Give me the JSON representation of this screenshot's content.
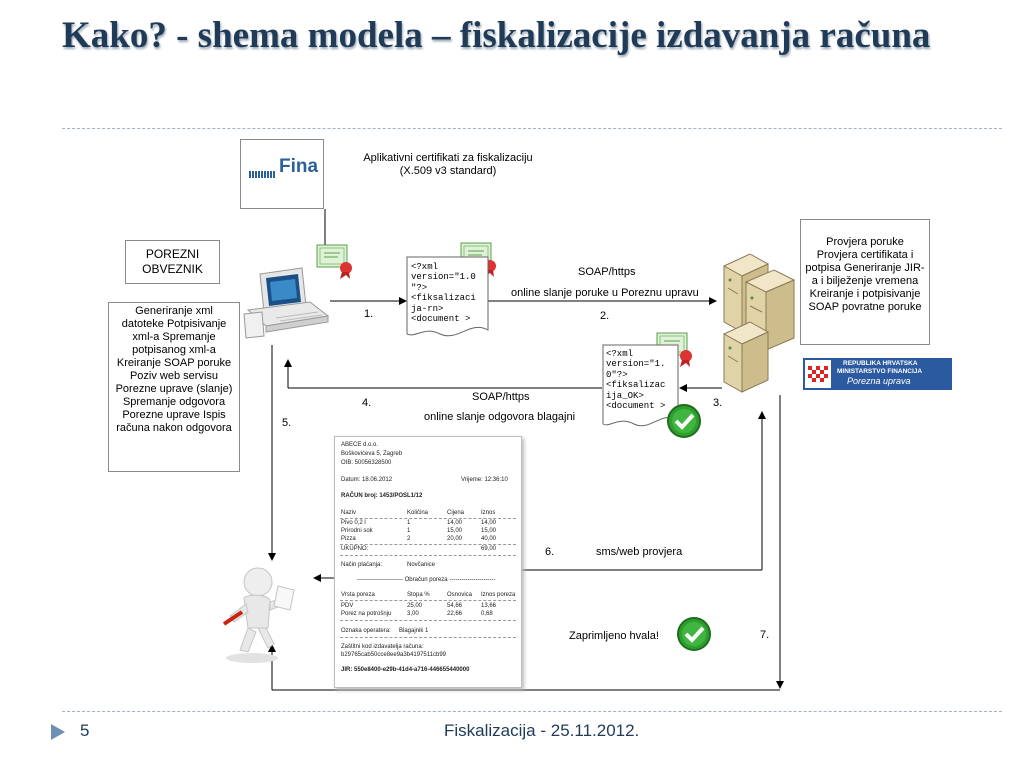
{
  "title": "Kako? - shema modela – fiskalizacije izdavanja računa",
  "fina_caption": "Aplikativni certifikati za fiskalizaciju (X.509 v3 standard)",
  "fina_logo": "Fina",
  "porezni_obveznik": "POREZNI OBVEZNIK",
  "client_steps": "Generiranje xml datoteke Potpisivanje xml-a Spremanje potpisanog xml-a Kreiranje SOAP poruke Poziv web servisu Porezne uprave (slanje) Spremanje odgovora Porezne uprave Ispis računa nakon odgovora",
  "server_steps": "Provjera poruke Provjera certifikata i potpisa Generiranje JIR-a i bilježenje vremena Kreiranje i potpisivanje SOAP povratne poruke",
  "porezna_logo": {
    "line1": "REPUBLIKA HRVATSKA",
    "line2": "MINISTARSTVO FINANCIJA",
    "line3": "Porezna uprava"
  },
  "doc_request": "<?xml\nversion=\"1.0\n\"?>\n<fiksalizaci\nja-rn>\n<document >",
  "doc_response": "<?xml\nversion=\"1.\n0\"?>\n<fiksalizac\nija_OK>\n<document >",
  "labels": {
    "soap1": "SOAP/https",
    "online1": "online slanje poruke u Poreznu upravu",
    "soap2": "SOAP/https",
    "online2": "online slanje odgovora blagajni",
    "s1": "1.",
    "s2": "2.",
    "s3": "3.",
    "s4": "4.",
    "s5": "5.",
    "s6": "6.",
    "s7": "7.",
    "sms": "sms/web provjera",
    "zaprimljeno": "Zaprimljeno hvala!"
  },
  "receipt": {
    "company": "ABECE d.o.o.",
    "address": "Boškovićeva 5, Zagreb",
    "oib": "OIB: 50056328500",
    "datum": "Datum: 18.06.2012",
    "vrijeme": "Vrijeme: 12:36:10",
    "racun": "RAČUN broj: 1453/POSL1/12",
    "headers": [
      "Naziv",
      "Količina",
      "Cijena",
      "Iznos"
    ],
    "rows": [
      [
        "Pivo 0,2 l",
        "1",
        "14,00",
        "14,00"
      ],
      [
        "Prirodni sok",
        "1",
        "15,00",
        "15,00"
      ],
      [
        "Pizza",
        "2",
        "20,00",
        "40,00"
      ]
    ],
    "ukupno_label": "UKUPNO:",
    "ukupno": "69,00",
    "placanje_label": "Način plaćanja:",
    "placanje": "Novčanice",
    "obracun": "----------------------- Obračun poreza -----------------------",
    "tax_headers": [
      "Vrsta poreza",
      "Stopa %",
      "Osnovica",
      "Iznos poreza"
    ],
    "tax_rows": [
      [
        "PDV",
        "25,00",
        "54,66",
        "13,66"
      ],
      [
        "Porez na potrošnju",
        "3,00",
        "22,66",
        "0,68"
      ]
    ],
    "operater_label": "Oznaka operatera:",
    "operater": "Blagajnik 1",
    "zki_label": "Zaštitni kod izdavatelja računa:",
    "zki": "b29765cab50cce8ee9a3b4197511cb99",
    "jir": "JIR: 550e8400-e29b-41d4-a716-446655440000"
  },
  "footer": {
    "page": "5",
    "text": "Fiskalizacija - 25.11.2012."
  },
  "colors": {
    "title": "#1f3b57",
    "accent": "#4f81bd",
    "check": "#2e9e2e"
  }
}
